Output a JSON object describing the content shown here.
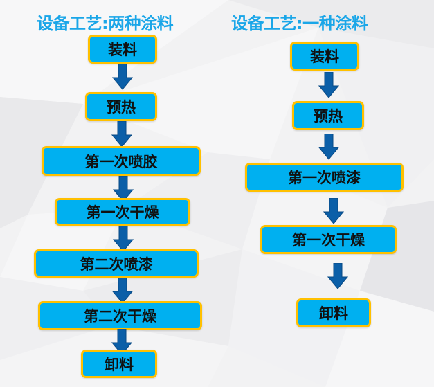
{
  "colors": {
    "title": "#1aa6e8",
    "box_fill": "#00b0f0",
    "box_border": "#ffc000",
    "arrow": "#0b5fa8",
    "text": "#111111"
  },
  "left": {
    "title": "设备工艺:两种涂料",
    "steps": [
      "装料",
      "预热",
      "第一次喷胶",
      "第一次干燥",
      "第二次喷漆",
      "第二次干燥",
      "卸料"
    ]
  },
  "right": {
    "title": "设备工艺:一种涂料",
    "steps": [
      "装料",
      "预热",
      "第一次喷漆",
      "第一次干燥",
      "卸料"
    ]
  }
}
